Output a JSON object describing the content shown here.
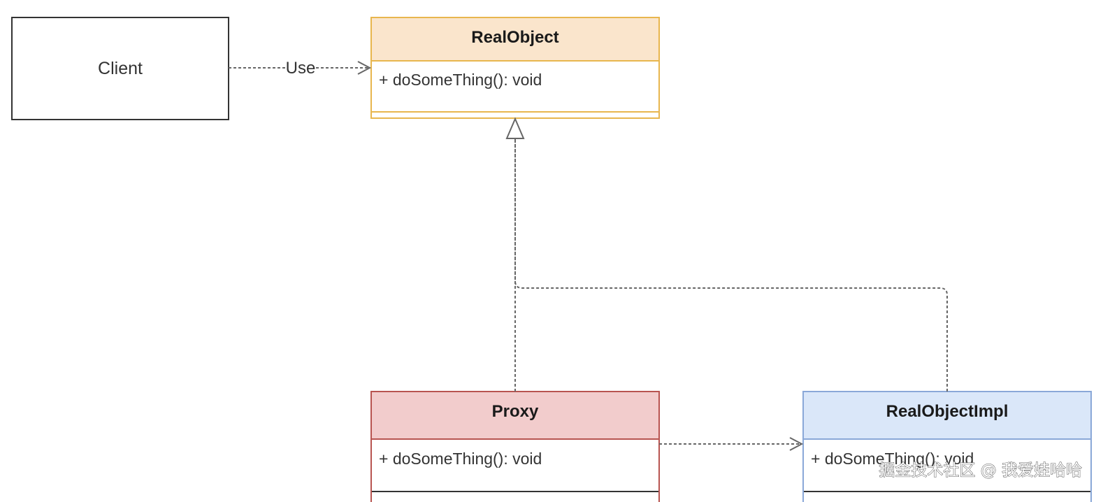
{
  "diagram": {
    "client": {
      "label": "Client"
    },
    "real_object": {
      "name": "RealObject",
      "members": [
        "+ doSomeThing(): void"
      ],
      "header_color": "#fae5cc",
      "border_color": "#e8b64e"
    },
    "proxy": {
      "name": "Proxy",
      "members": [
        "+ doSomeThing(): void"
      ],
      "header_color": "#f2cccc",
      "border_color": "#b85450"
    },
    "real_object_impl": {
      "name": "RealObjectImpl",
      "members": [
        "+ doSomeThing(): void"
      ],
      "header_color": "#dae7f9",
      "border_color": "#8aa8d8"
    },
    "edges": {
      "client_to_real_object": {
        "label": "Use",
        "kind": "dependency"
      },
      "proxy_to_real_object": {
        "kind": "realization"
      },
      "impl_to_real_object": {
        "kind": "realization"
      },
      "proxy_to_impl": {
        "kind": "dependency"
      }
    }
  },
  "watermark": {
    "text": "掘金技术社区 @ 我爱娃哈哈"
  }
}
